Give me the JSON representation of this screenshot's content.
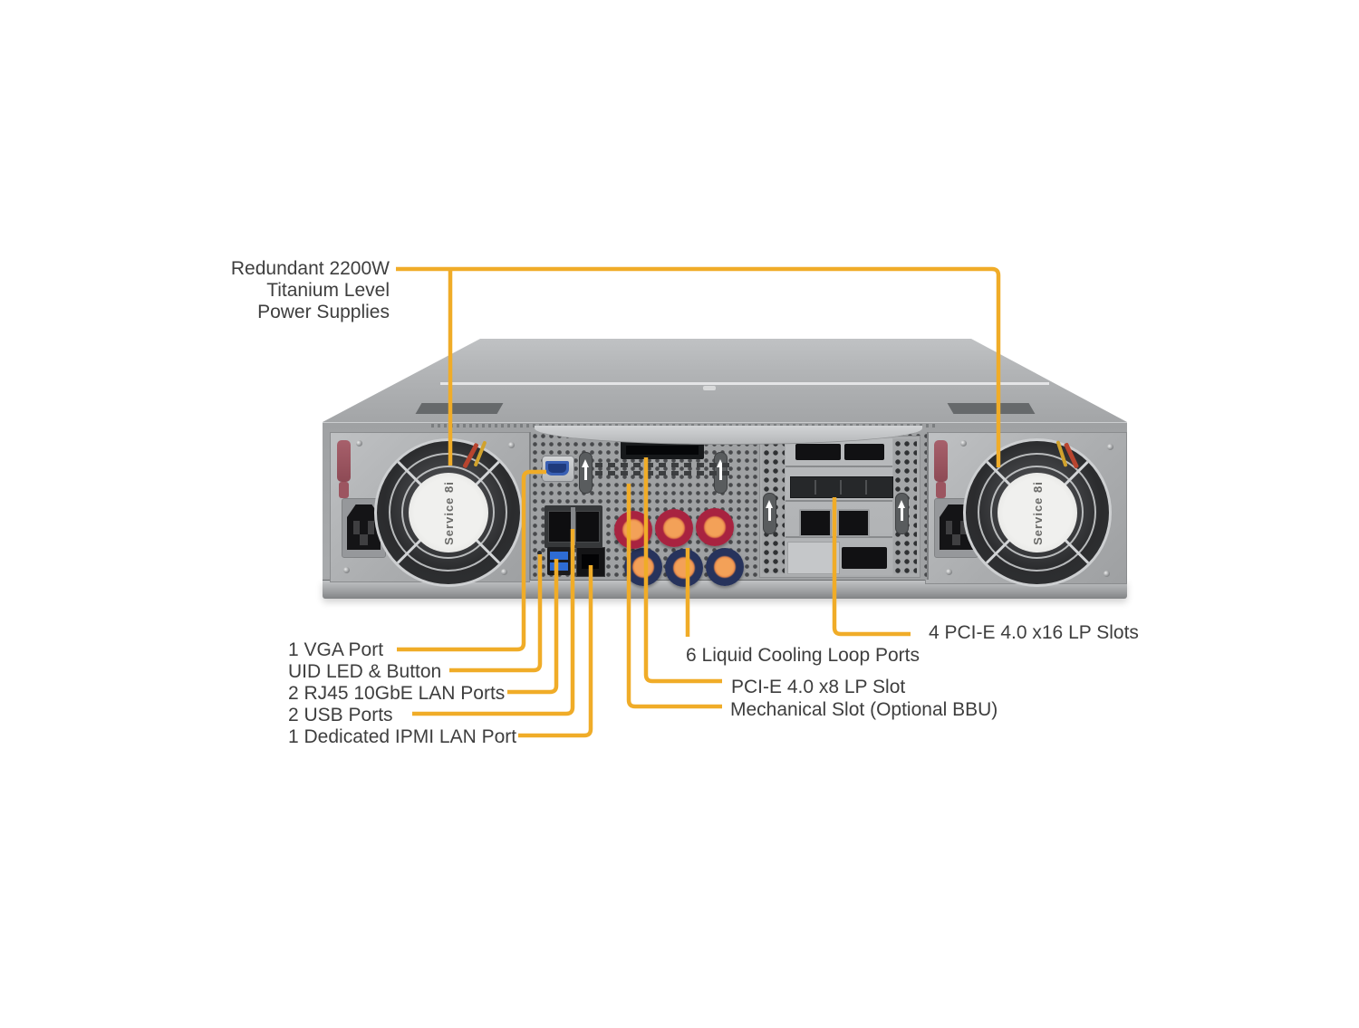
{
  "figure": {
    "accent_color": "#F0AC28",
    "callouts": {
      "psu": {
        "lines": [
          "Redundant 2200W",
          "Titanium Level",
          "Power Supplies"
        ]
      },
      "vga": "1 VGA Port",
      "uid": "UID LED & Button",
      "lan": "2 RJ45 10GbE LAN Ports",
      "usb": "2 USB Ports",
      "ipmi": "1 Dedicated IPMI  LAN Port",
      "pcie_x16": "4 PCI-E 4.0 x16 LP Slots",
      "cooling": "6 Liquid Cooling Loop Ports",
      "pcie_x8": "PCI-E 4.0 x8 LP Slot",
      "mechanical": "Mechanical Slot (Optional BBU)"
    },
    "server": {
      "fan_label": "Service 8i"
    }
  }
}
